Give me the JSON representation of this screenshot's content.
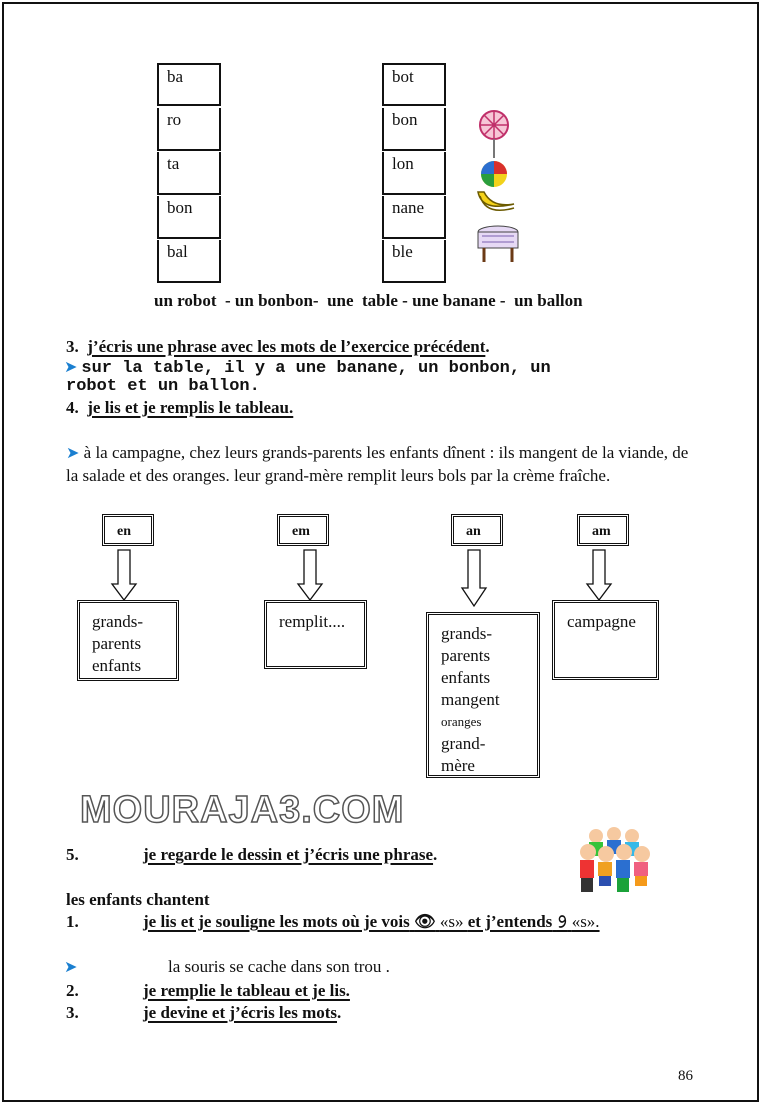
{
  "table_left": [
    "ba",
    " ro",
    "ta",
    "bon",
    "bal"
  ],
  "table_right": [
    "bot",
    "bon",
    "lon",
    "nane",
    "ble"
  ],
  "pictures": [
    "lollipop-icon",
    "ball-icon",
    "banana-icon",
    "table-icon"
  ],
  "words_line": "un robot  - un bonbon-  une  table - une banane -  un ballon",
  "ex3": {
    "num": "3.",
    "title": "j’écris une phrase avec les mots de l’exercice précédent",
    "answer_line1": "sur la table, il y a une banane, un bonbon, un",
    "answer_line2": "robot et un ballon."
  },
  "ex4": {
    "num": "4.",
    "title": "je lis et je remplis le tableau.",
    "text": "à la campagne, chez leurs grands-parents les enfants dînent : ils mangent de la viande, de la salade et des oranges. leur grand-mère remplit leurs bols par la crème fraîche."
  },
  "sort": [
    {
      "label": "en",
      "words": [
        "grands-",
        "parents",
        "enfants"
      ]
    },
    {
      "label": "em",
      "words": [
        "remplit...."
      ]
    },
    {
      "label": "an",
      "words": [
        "grands-",
        "parents",
        "enfants",
        "mangent",
        "oranges",
        "grand-",
        "mère"
      ]
    },
    {
      "label": "am",
      "words": [
        "campagne"
      ]
    }
  ],
  "ex5": {
    "num": "5.",
    "title": "je regarde le dessin et j’écris une phrase",
    "answer": "les enfants chantent"
  },
  "part2": [
    {
      "num": "1.",
      "title": "je lis et je souligne les mots où je vois",
      "s1": "«s»",
      "mid": "et j’entends",
      "s2": "«s»."
    },
    {
      "sentence": "la souris se cache dans son trou ."
    },
    {
      "num": "2.",
      "title": "je remplie le tableau et je lis."
    },
    {
      "num": "3.",
      "title": "je devine et j’écris les mots"
    }
  ],
  "watermark": "MOURAJA3.COM",
  "page_number": "86"
}
